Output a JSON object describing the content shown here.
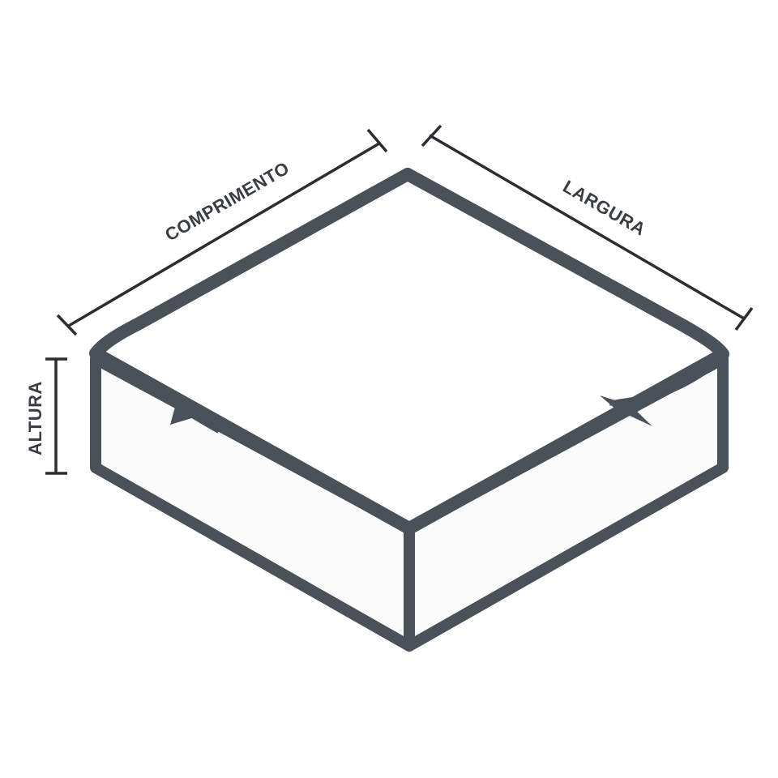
{
  "colors": {
    "outline": "#4a5158",
    "fill": "#fbfbfb",
    "dimension": "#2b2d30",
    "text": "#3a3d41",
    "background": "#ffffff"
  },
  "labels": {
    "length": "COMPRIMENTO",
    "width": "LARGURA",
    "height": "ALTURA"
  }
}
